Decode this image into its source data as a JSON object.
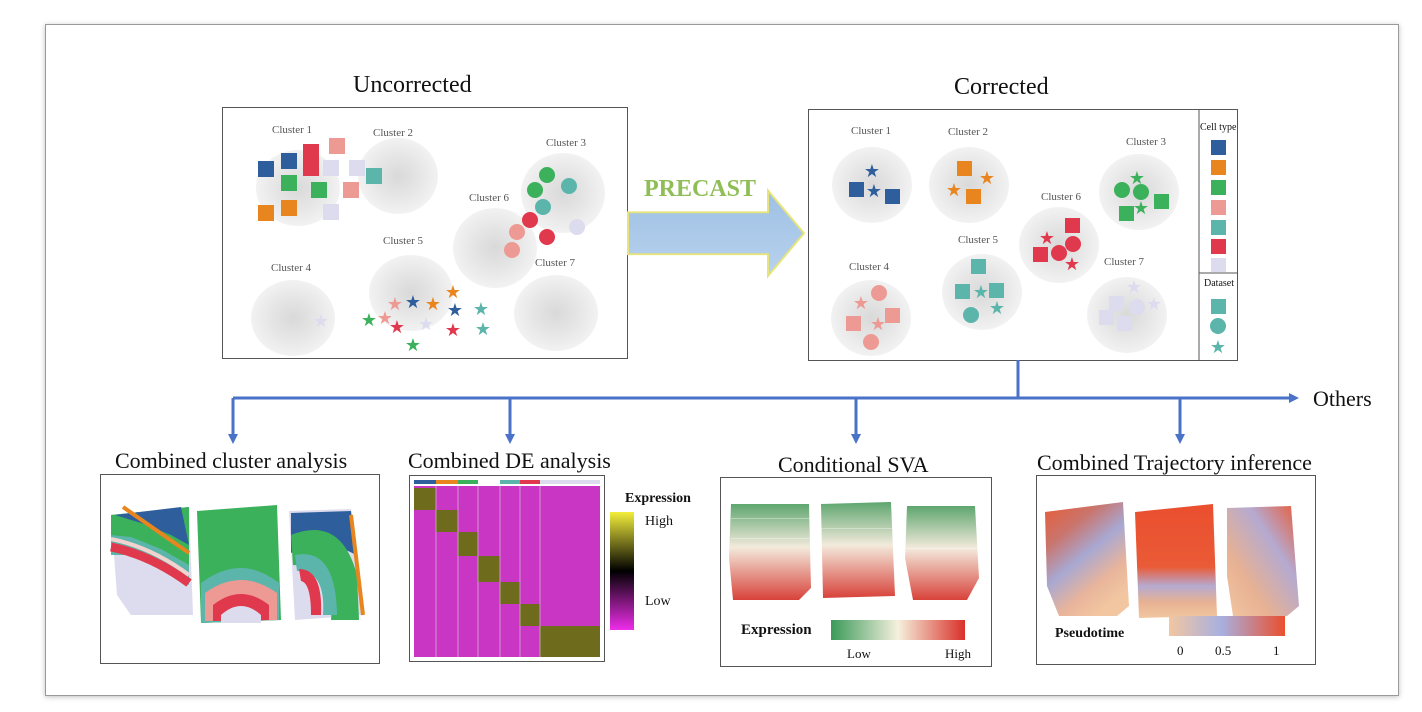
{
  "top": {
    "uncorrected_title": "Uncorrected",
    "corrected_title": "Corrected",
    "arrow_label": "PRECAST",
    "clusters": [
      "Cluster 1",
      "Cluster 2",
      "Cluster 3",
      "Cluster 4",
      "Cluster 5",
      "Cluster 6",
      "Cluster 7"
    ],
    "legend": {
      "cell_type_title": "Cell type",
      "dataset_title": "Dataset",
      "cell_type_colors": [
        "#2e5f9c",
        "#e8851f",
        "#3bb15b",
        "#ee9a94",
        "#5bb5aa",
        "#e0394d",
        "#dddbee"
      ]
    }
  },
  "branch": {
    "others_label": "Others"
  },
  "panels": {
    "cluster_analysis": {
      "title": "Combined cluster analysis"
    },
    "de_analysis": {
      "title": "Combined DE analysis",
      "legend_title": "Expression",
      "high": "High",
      "low": "Low"
    },
    "sva": {
      "title": "Conditional SVA",
      "legend_title": "Expression",
      "low": "Low",
      "high": "High"
    },
    "trajectory": {
      "title": "Combined Trajectory inference",
      "legend_title": "Pseudotime",
      "ticks": [
        "0",
        "0.5",
        "1"
      ]
    }
  }
}
